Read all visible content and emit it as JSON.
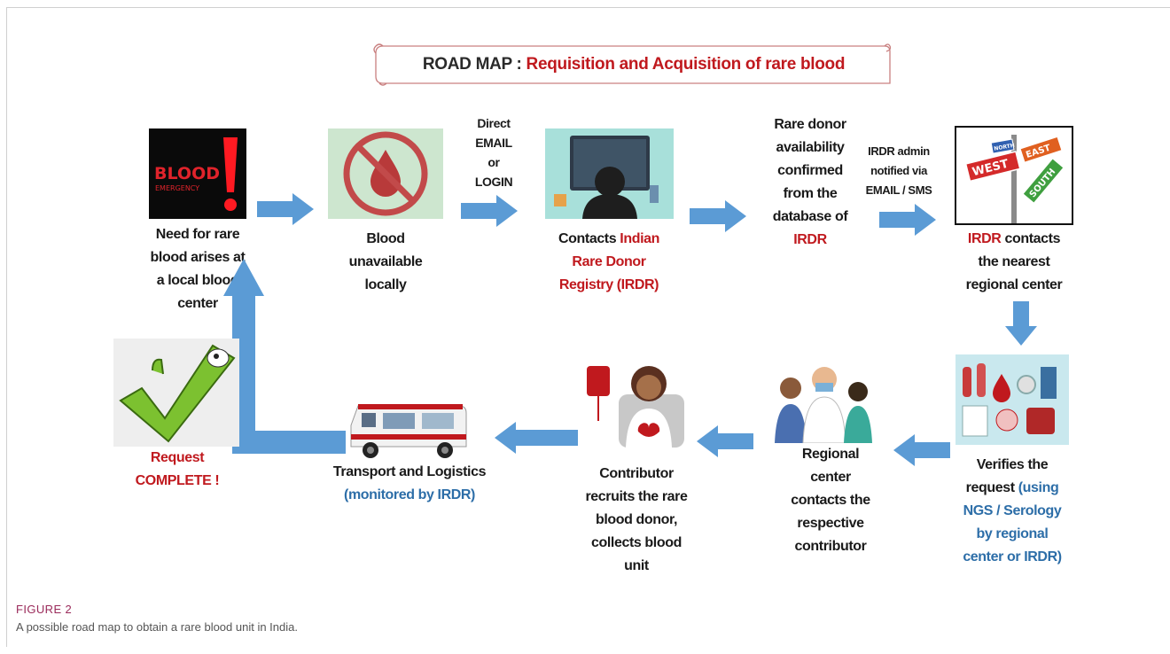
{
  "title": {
    "prefix": "ROAD MAP : ",
    "highlight": "Requisition and Acquisition of rare blood"
  },
  "steps": {
    "need": {
      "l1": "Need for rare",
      "l2": "blood arises at",
      "l3": "a local blood",
      "l4": "center",
      "img_text": "BLOOD",
      "img_sub": "EMERGENCY"
    },
    "unavailable": {
      "l1": "Blood",
      "l2": "unavailable",
      "l3": "locally"
    },
    "contacts": {
      "l1a": "Contacts ",
      "l1b": "Indian",
      "l2": "Rare Donor",
      "l3": "Registry (IRDR)"
    },
    "confirmed": {
      "l1": "Rare donor",
      "l2": "availability",
      "l3": "confirmed",
      "l4": "from the",
      "l5": "database of",
      "l6": "IRDR"
    },
    "irdr_contacts": {
      "l1a": "IRDR",
      "l1b": " contacts",
      "l2": "the nearest",
      "l3": "regional center",
      "sign1": "WEST",
      "sign2": "EAST",
      "sign3": "SOUTH",
      "sign4": "NORTH"
    },
    "verifies": {
      "l1": "Verifies the",
      "l2a": "request ",
      "l2b": "(using",
      "l3": "NGS / Serology",
      "l4": "by regional",
      "l5": "center or IRDR)"
    },
    "regional": {
      "l1": "Regional",
      "l2": "center",
      "l3": "contacts the",
      "l4": "respective",
      "l5": "contributor"
    },
    "contributor": {
      "l1": "Contributor",
      "l2": "recruits the rare",
      "l3": "blood donor,",
      "l4": "collects blood",
      "l5": "unit"
    },
    "transport": {
      "l1": "Transport and Logistics",
      "l2": "(monitored by IRDR)"
    },
    "complete": {
      "l1": "Request",
      "l2": "COMPLETE !"
    }
  },
  "arrow_labels": {
    "direct": {
      "l1": "Direct",
      "l2": "EMAIL",
      "l3": "or",
      "l4": "LOGIN"
    },
    "notify": {
      "l1": "IRDR admin",
      "l2": "notified via",
      "l3": "EMAIL / SMS"
    }
  },
  "caption": {
    "label": "FIGURE 2",
    "text": "A possible road map to obtain a rare blood unit in India."
  },
  "colors": {
    "arrow": "#5b9bd5",
    "red": "#c0191e",
    "blue": "#2d6ea8"
  }
}
